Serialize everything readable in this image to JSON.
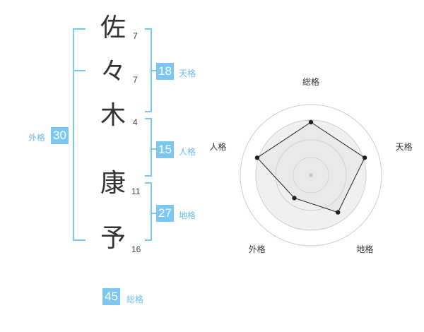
{
  "name": {
    "chars": [
      {
        "char": "佐",
        "strokes": "7"
      },
      {
        "char": "々",
        "strokes": "7"
      },
      {
        "char": "木",
        "strokes": "4"
      },
      {
        "char": "康",
        "strokes": "11"
      },
      {
        "char": "予",
        "strokes": "16"
      }
    ]
  },
  "kaku": {
    "tenkaku": {
      "value": "18",
      "label": "天格"
    },
    "jinkaku": {
      "value": "15",
      "label": "人格"
    },
    "chikaku": {
      "value": "27",
      "label": "地格"
    },
    "gaikaku": {
      "value": "30",
      "label": "外格"
    },
    "soukaku": {
      "value": "45",
      "label": "総格"
    }
  },
  "colors": {
    "accent": "#7cc6f2",
    "bracket": "#7cc6f2",
    "radar_fill": "#f0f0f0",
    "grid": "#cccccc"
  },
  "chart_data": {
    "type": "radar",
    "categories": [
      "総格",
      "天格",
      "地格",
      "外格",
      "人格"
    ],
    "values": [
      0.75,
      0.8,
      0.65,
      0.4,
      0.8
    ],
    "rlim": [
      0,
      1
    ],
    "rings": 4
  }
}
